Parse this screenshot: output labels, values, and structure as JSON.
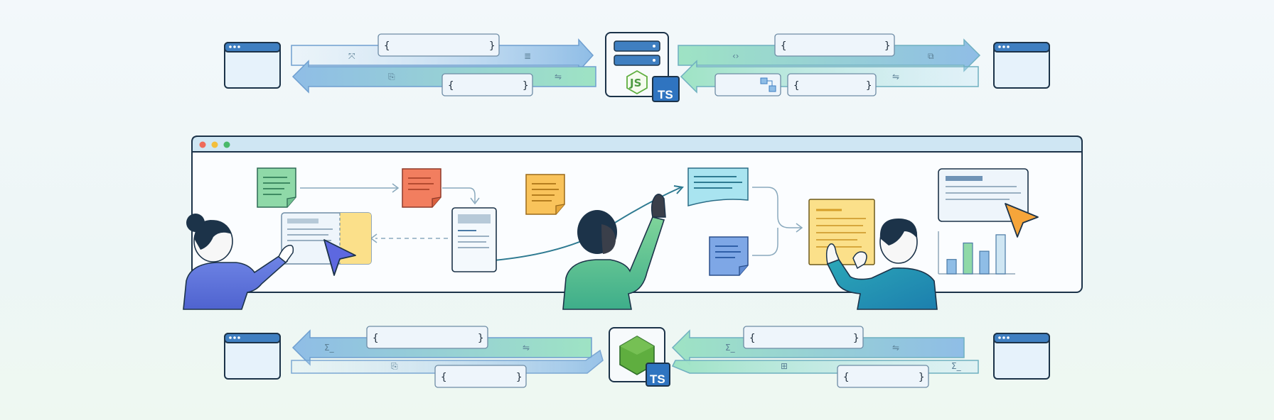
{
  "colors": {
    "outline": "#1c3349",
    "window_bar": "#3f7fc1",
    "window_fill": "#e6f2fb",
    "arrow_blue": "#8fbde6",
    "arrow_green": "#9ee3c4",
    "node_green": "#5fae3f",
    "ts_blue": "#2f74c0",
    "note_green": "#8fd9a8",
    "note_red": "#f27e5f",
    "note_orange": "#f9c35b",
    "note_cyan": "#a9e4f0",
    "note_blue": "#7ea7e6",
    "note_yellow": "#fbe08a",
    "cursor_blue": "#5d68e0",
    "cursor_orange": "#f6a53a"
  },
  "server_top": {
    "runtime_logo": "JS",
    "badge": "TS"
  },
  "server_bottom": {
    "runtime_logo": "node-hexagon-icon",
    "badge": "TS"
  },
  "payload_braces": {
    "open": "{",
    "close": "}"
  },
  "icons": {
    "window": "browser-window-icon",
    "arrow": "data-flow-arrow",
    "sticky_note": "sticky-note-icon",
    "document": "document-card-icon",
    "cursor": "pointer-cursor-icon",
    "bar_chart": "bar-chart-icon"
  },
  "chart": {
    "values": [
      0.35,
      0.75,
      0.55,
      0.95
    ]
  }
}
